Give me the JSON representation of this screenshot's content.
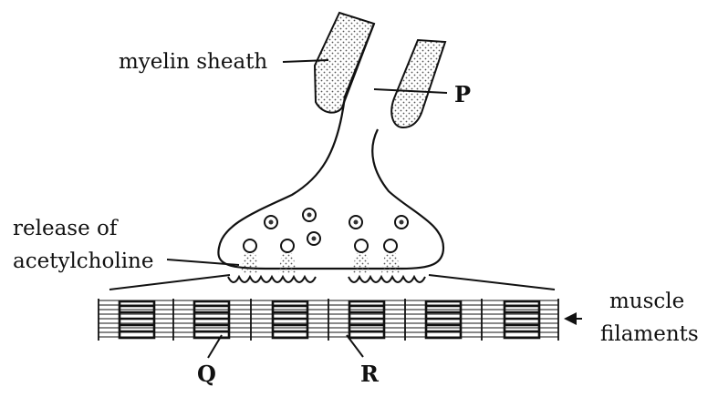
{
  "labels": {
    "myelin": "myelin sheath",
    "p": "P",
    "release_line1": "release of",
    "release_line2": "acetylcholine",
    "muscle_line1": "muscle",
    "muscle_line2": "filaments",
    "q": "Q",
    "r": "R"
  },
  "colors": {
    "ink": "#111111",
    "stipple": "#777777",
    "background": "#ffffff"
  }
}
